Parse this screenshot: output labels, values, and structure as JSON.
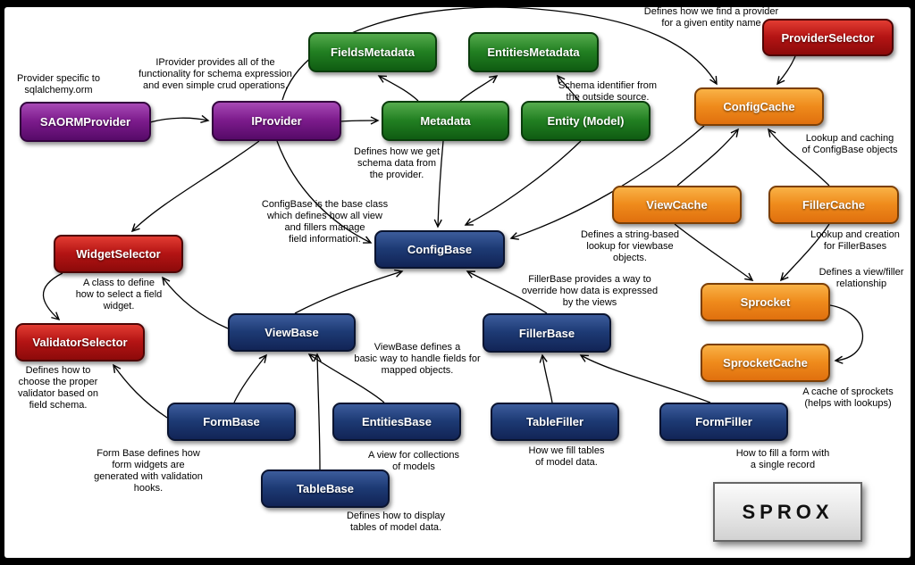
{
  "colors": {
    "purple": "#7c1b8c",
    "green": "#228022",
    "red": "#b41414",
    "orange": "#ef8b1c",
    "navy": "#1d3a74",
    "logo_bg": "#e6e6e6",
    "background": "#ffffff",
    "frame": "#000000"
  },
  "nodes": {
    "saorm_provider": {
      "label": "SAORMProvider"
    },
    "iprovider": {
      "label": "IProvider"
    },
    "fields_metadata": {
      "label": "FieldsMetadata"
    },
    "entities_metadata": {
      "label": "EntitiesMetadata"
    },
    "metadata": {
      "label": "Metadata"
    },
    "entity_model": {
      "label": "Entity (Model)"
    },
    "provider_selector": {
      "label": "ProviderSelector"
    },
    "config_cache": {
      "label": "ConfigCache"
    },
    "view_cache": {
      "label": "ViewCache"
    },
    "filler_cache": {
      "label": "FillerCache"
    },
    "widget_selector": {
      "label": "WidgetSelector"
    },
    "config_base": {
      "label": "ConfigBase"
    },
    "validator_selector": {
      "label": "ValidatorSelector"
    },
    "view_base": {
      "label": "ViewBase"
    },
    "filler_base": {
      "label": "FillerBase"
    },
    "sprocket": {
      "label": "Sprocket"
    },
    "sprocket_cache": {
      "label": "SprocketCache"
    },
    "form_base": {
      "label": "FormBase"
    },
    "entities_base": {
      "label": "EntitiesBase"
    },
    "table_filler": {
      "label": "TableFiller"
    },
    "form_filler": {
      "label": "FormFiller"
    },
    "table_base": {
      "label": "TableBase"
    }
  },
  "annotations": {
    "saorm_note": "Provider specific to\nsqlalchemy.orm",
    "iprovider_note": "IProvider provides all of the\nfunctionality for schema expression\nand even simple crud operations.",
    "provider_selector_note": "Defines how we find a provider\nfor a given entity name",
    "entity_note": "Schema identifier from\nthe outside source.",
    "metadata_note": "Defines how we get\nschema data from\nthe provider.",
    "config_cache_note": "Lookup and caching\nof ConfigBase objects",
    "config_base_note": "ConfigBase is the base class\nwhich defines how all view\nand fillers manage\nfield information.",
    "view_cache_note": "Defines a string-based\nlookup for viewbase\nobjects.",
    "filler_cache_note": "Lookup and creation\nfor FillerBases",
    "sprocket_note": "Defines a view/filler\nrelationship",
    "widget_selector_note": "A class to define\nhow to select a field\nwidget.",
    "filler_base_note": "FillerBase provides a way to\noverride how data is expressed\nby the views",
    "view_base_note": "ViewBase defines a\nbasic way to handle fields for\nmapped objects.",
    "validator_selector_note": "Defines how to\nchoose the proper\nvalidator based on\nfield schema.",
    "sprocket_cache_note": "A cache of sprockets\n(helps with lookups)",
    "form_base_note": "Form Base defines how\nform widgets are\ngenerated with validation\nhooks.",
    "entities_base_note": "A view for collections\nof models",
    "table_filler_note": "How we fill tables\nof model data.",
    "form_filler_note": "How to fill a form with\na single record",
    "table_base_note": "Defines how to display\ntables of model data."
  },
  "logo": {
    "label": "SPROX"
  }
}
